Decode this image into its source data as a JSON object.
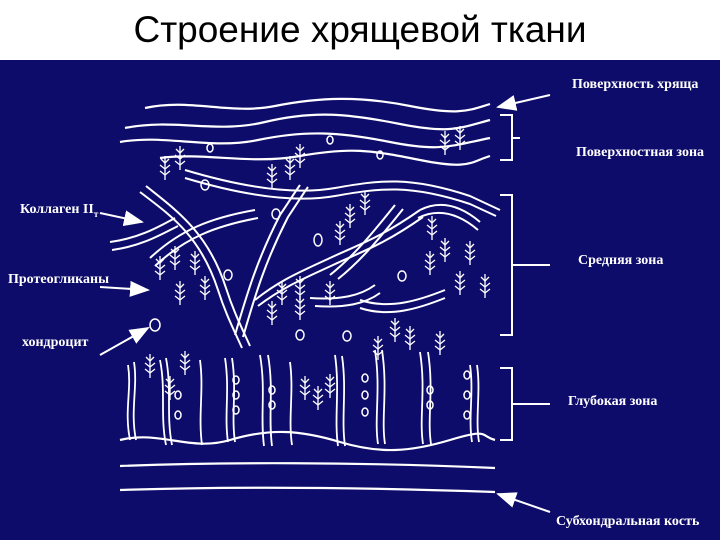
{
  "slide": {
    "title": "Строение хрящевой ткани"
  },
  "colors": {
    "background": "#0e0c6a",
    "lines": "#ffffff",
    "title_bg": "#ffffff"
  },
  "labels_right": {
    "surface": "Поверхность хряща",
    "surface_zone": "Поверхностная зона",
    "middle_zone": "Средняя зона",
    "deep_zone": "Глубокая зона",
    "subchondral_bone": "Субхондральная кость"
  },
  "labels_left": {
    "collagen": "Коллаген II",
    "collagen_sub": "т",
    "proteoglycans": "Протеогликаны",
    "chondrocyte": "хондроцит"
  }
}
